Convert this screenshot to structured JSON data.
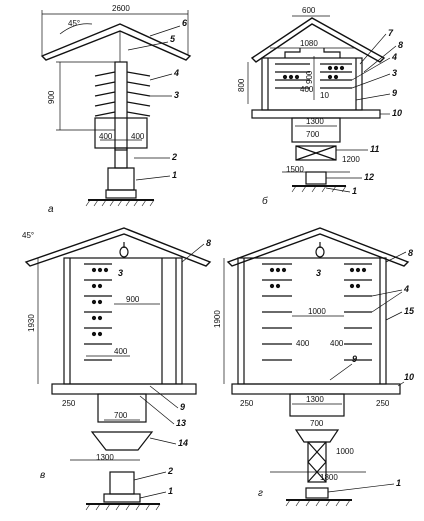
{
  "panel_a": {
    "caption": "а",
    "dims": {
      "width": "2600",
      "angle": "45°",
      "height": "900",
      "left": "400",
      "right": "400"
    },
    "labels": [
      "1",
      "2",
      "3",
      "4",
      "5",
      "6"
    ]
  },
  "panel_b": {
    "caption": "б",
    "dims": {
      "top": "600",
      "inner": "1080",
      "left_h": "800",
      "mid_h": "900",
      "shelf": "400",
      "low": "10",
      "base1": "1300",
      "base2": "700",
      "base3": "1200",
      "base4": "1500"
    },
    "labels": [
      "1",
      "3",
      "4",
      "7",
      "8",
      "9",
      "10",
      "11",
      "12"
    ]
  },
  "panel_v": {
    "caption": "в",
    "dims": {
      "angle": "45°",
      "height": "1930",
      "width": "900",
      "shelf": "400",
      "left": "250",
      "post": "700",
      "base": "1300"
    },
    "labels": [
      "1",
      "2",
      "3",
      "8",
      "9",
      "13",
      "14"
    ]
  },
  "panel_g": {
    "caption": "г",
    "dims": {
      "height": "1900",
      "width": "1000",
      "shelf_l": "400",
      "shelf_r": "400",
      "left": "250",
      "right": "250",
      "base": "1300",
      "post": "700",
      "leg": "1000",
      "foot": "1800"
    },
    "labels": [
      "1",
      "3",
      "4",
      "8",
      "9",
      "10",
      "15"
    ]
  }
}
